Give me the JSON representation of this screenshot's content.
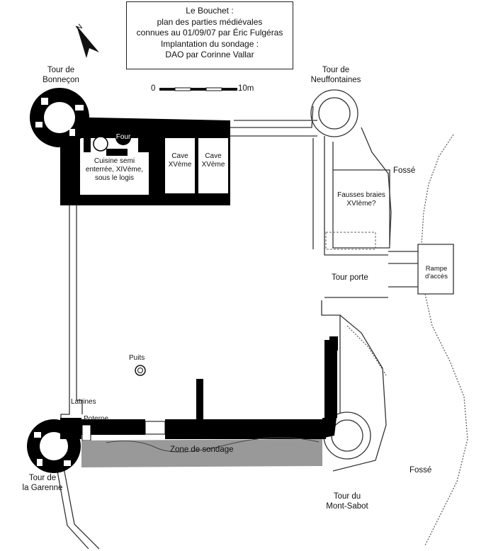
{
  "title": {
    "lines": [
      "Le Bouchet :",
      "plan des parties médiévales",
      "connues au 01/09/07 par Éric Fulgéras",
      "Implantation du sondage :",
      "DAO par Corinne Vallar"
    ]
  },
  "north_label": "N",
  "scale": {
    "start": "0",
    "end": "10m"
  },
  "towers": {
    "bonnecon": [
      "Tour de",
      "Bonneçon"
    ],
    "neuffontaines": [
      "Tour de",
      "Neuffontaines"
    ],
    "garenne": [
      "Tour de",
      "la Garenne"
    ],
    "mont_sabot": [
      "Tour du",
      "Mont-Sabot"
    ]
  },
  "rooms": {
    "four": "Four",
    "cuisine": [
      "Cuisine semi",
      "enterrée, XIVème,",
      "sous le logis"
    ],
    "cave1": [
      "Cave",
      "XVème"
    ],
    "cave2": [
      "Cave",
      "XVème"
    ],
    "fausses_braies": [
      "Fausses braies",
      "XVIème?"
    ]
  },
  "labels": {
    "fosse_top": "Fossé",
    "fosse_bottom": "Fossé",
    "rampe": "Rampe d'accès",
    "tour_porte": "Tour porte",
    "puits": "Puits",
    "latrines": "Latrines",
    "poterne": "Poterne",
    "zone_sondage": "Zone de sondage"
  },
  "colors": {
    "wall": "#000000",
    "sondage": "#999999",
    "line": "#333333"
  }
}
